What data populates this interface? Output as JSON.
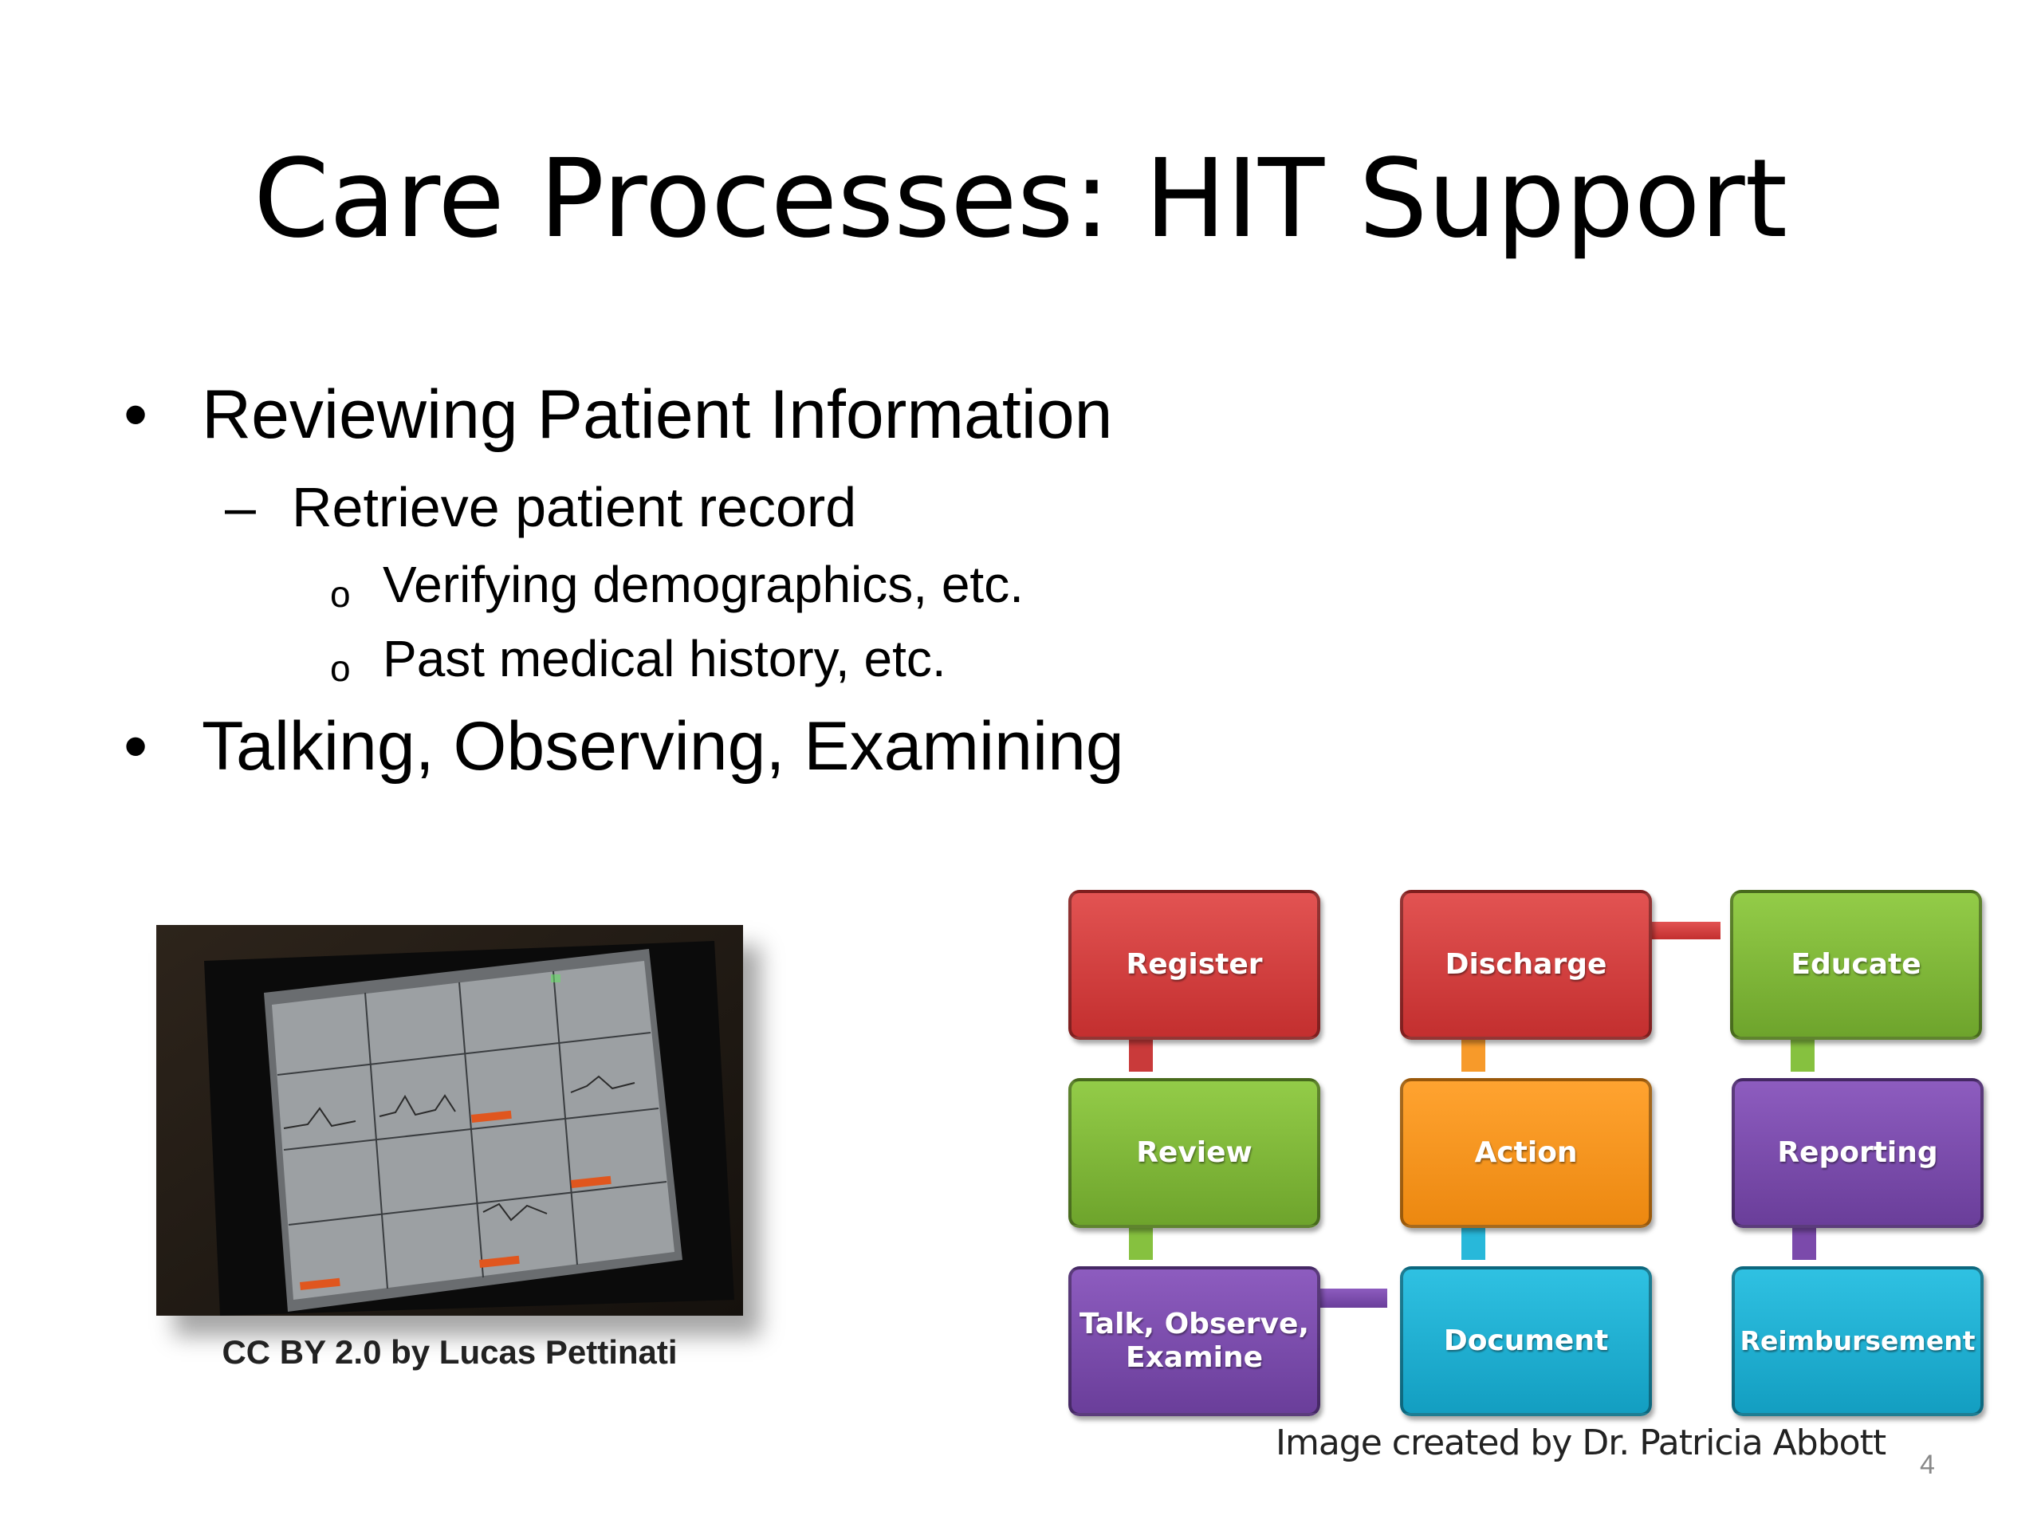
{
  "slide": {
    "title": "Care Processes: HIT Support",
    "bullets": {
      "b1": "Reviewing Patient Information",
      "b1_sub1": "Retrieve patient record",
      "b1_sub1_a": "Verifying demographics, etc.",
      "b1_sub1_b": "Past medical history, etc.",
      "b2": "Talking, Observing, Examining"
    },
    "markers": {
      "bullet": "•",
      "dash": "–",
      "circle": "o"
    },
    "photo_caption": "CC BY 2.0 by Lucas Pettinati",
    "diagram": {
      "register": "Register",
      "discharge": "Discharge",
      "educate": "Educate",
      "review": "Review",
      "action": "Action",
      "reporting": "Reporting",
      "talk_line1": "Talk, Observe,",
      "talk_line2": "Examine",
      "document": "Document",
      "reimbursement": "Reimbursement"
    },
    "diagram_caption": "Image created by Dr. Patricia Abbott",
    "page_number": "4"
  },
  "colors": {
    "red": "#d23f3f",
    "green": "#7fb83a",
    "orange": "#f7941d",
    "purple": "#7b4aab",
    "cyan": "#1fb0d2"
  }
}
